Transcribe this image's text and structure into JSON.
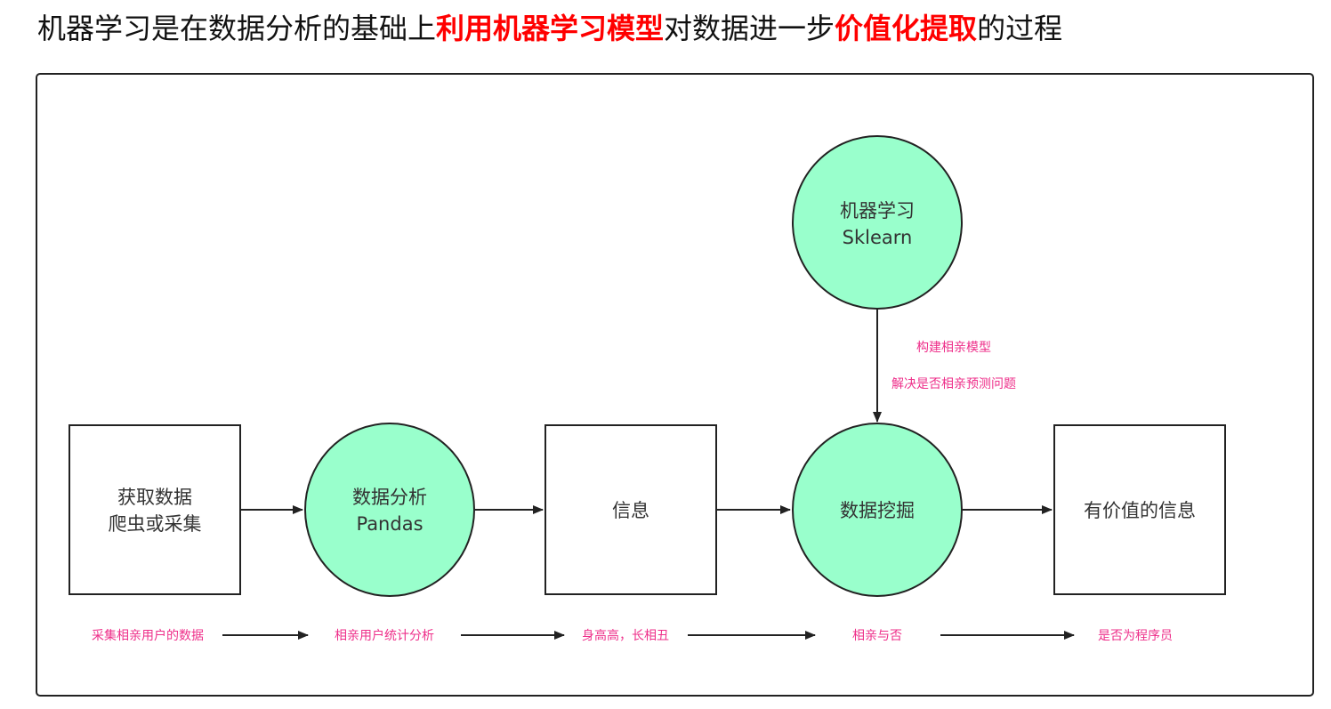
{
  "title": {
    "part1": "机器学习是在数据分析的基础上",
    "highlight1": "利用机器学习模型",
    "part2": "对数据进一步",
    "highlight2": "价值化提取",
    "part3": "的过程"
  },
  "nodes": {
    "acquire": {
      "line1": "获取数据",
      "line2": "爬虫或采集"
    },
    "analysis": {
      "line1": "数据分析",
      "line2": "Pandas"
    },
    "info": {
      "line1": "信息"
    },
    "mining": {
      "line1": "数据挖掘"
    },
    "valuable": {
      "line1": "有价值的信息"
    },
    "ml": {
      "line1": "机器学习",
      "line2": "Sklearn"
    }
  },
  "ml_annotation": {
    "line1": "构建相亲模型",
    "line2": "解决是否相亲预测问题"
  },
  "bottom_labels": [
    "采集相亲用户的数据",
    "相亲用户统计分析",
    "身高高，长相丑",
    "相亲与否",
    "是否为程序员"
  ],
  "colors": {
    "circle_fill": "#99ffcc",
    "highlight": "#ff0000",
    "annotation": "#ee2f8a",
    "stroke": "#222222"
  }
}
